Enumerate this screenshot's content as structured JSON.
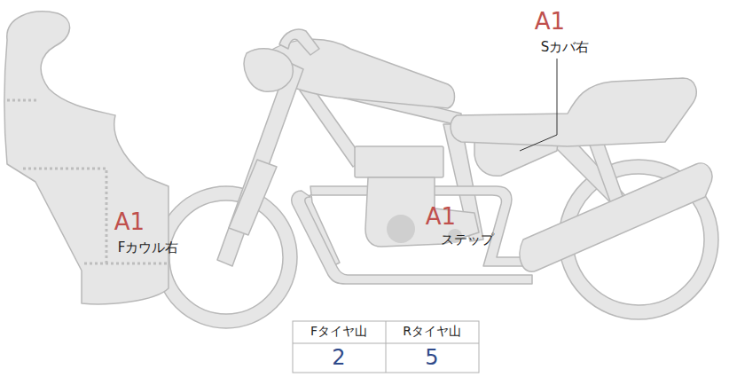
{
  "diagram": {
    "labels": [
      "A1",
      "Sカバ右",
      "A1",
      "Fカウル右",
      "A1",
      "ステップ",
      "Fタイヤ山",
      "Rタイヤ山",
      "2",
      "5"
    ]
  }
}
